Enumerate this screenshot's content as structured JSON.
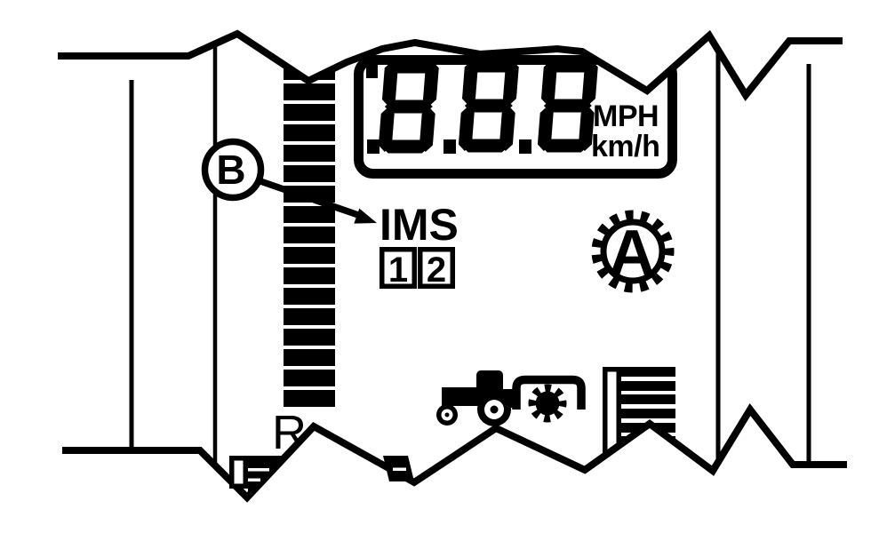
{
  "colors": {
    "ink": "#000000",
    "background": "#ffffff"
  },
  "display": {
    "value": "8.8.8",
    "unit_top": "MPH",
    "unit_bottom": "km/h"
  },
  "indicators": {
    "ims_label": "IMS",
    "ims_boxes": [
      "1",
      "2"
    ],
    "auto_gear_label": "A",
    "range_label": "R"
  },
  "callouts": {
    "b_label": "B"
  },
  "icons": [
    "bar-graph-column-icon",
    "tractor-icon",
    "implement-frame-icon",
    "pto-gear-icon",
    "auto-gear-icon",
    "bar-graph-block-icon",
    "torn-edge"
  ]
}
